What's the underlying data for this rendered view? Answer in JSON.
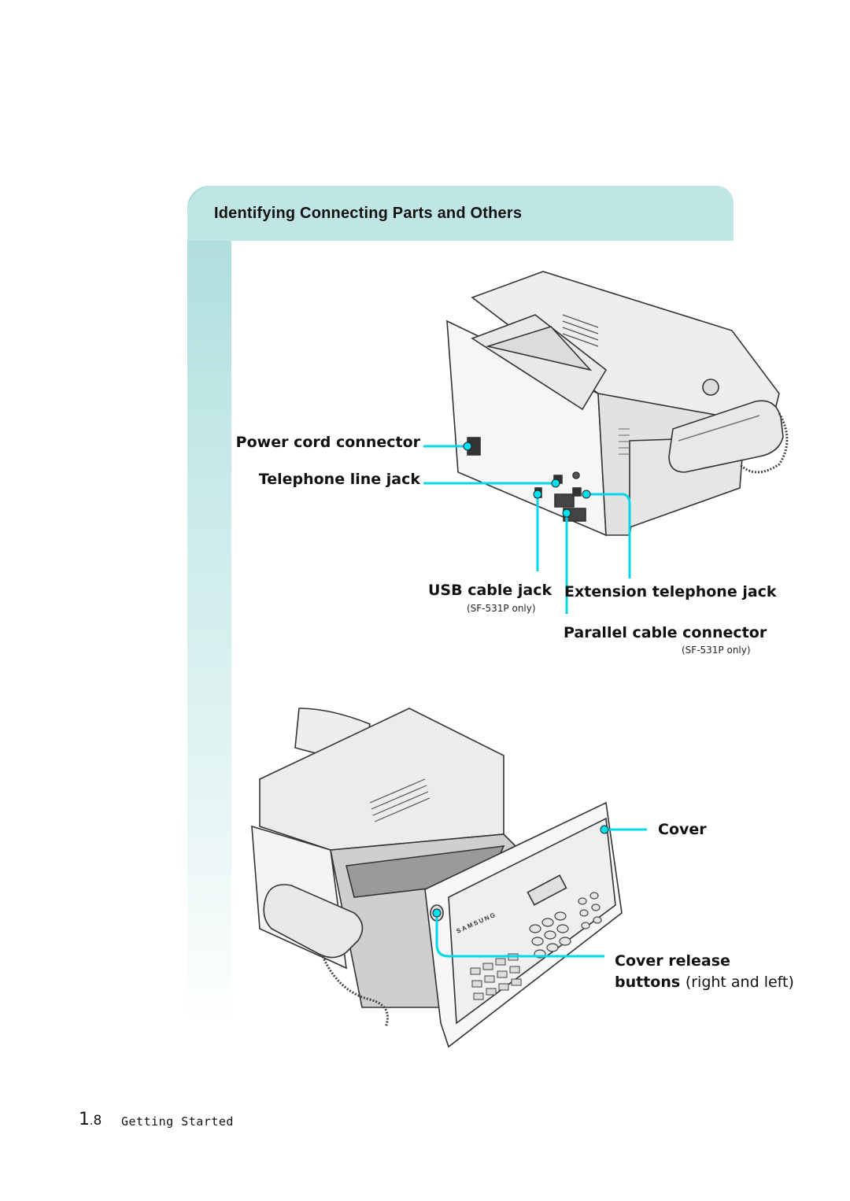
{
  "section": {
    "title": "Identifying Connecting Parts and Others"
  },
  "labels": {
    "power_cord": "Power cord connector",
    "telephone_line": "Telephone line jack",
    "usb": "USB cable jack",
    "usb_note": "(SF-531P only)",
    "extension": "Extension telephone jack",
    "parallel": "Parallel cable connector",
    "parallel_note": "(SF-531P only)",
    "cover": "Cover",
    "cover_release_1": "Cover release",
    "cover_release_2": "buttons",
    "cover_release_note": "(right and left)"
  },
  "device": {
    "brand": "SAMSUNG"
  },
  "footer": {
    "page_major": "1",
    "page_minor": "8",
    "section_name": "Getting Started"
  },
  "colors": {
    "accent_teal": "#a9dcdb",
    "callout_cyan": "#00e0ee"
  }
}
